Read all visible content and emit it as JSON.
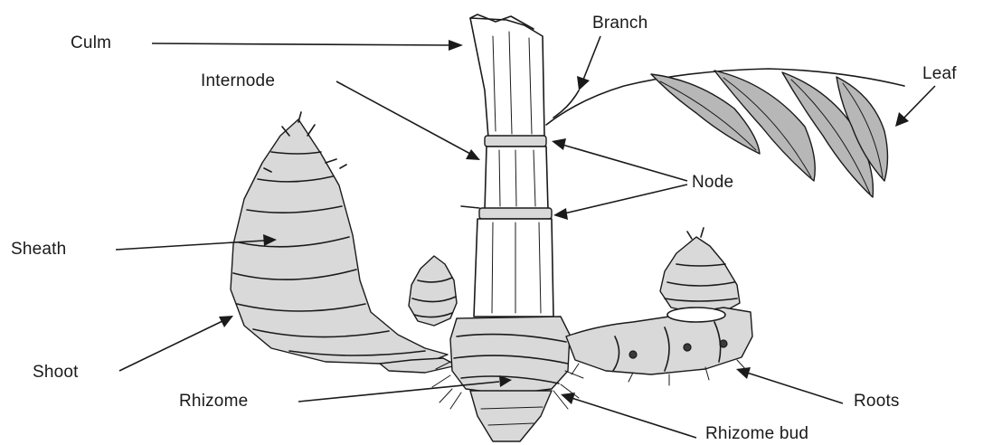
{
  "labels": {
    "culm": "Culm",
    "branch": "Branch",
    "leaf": "Leaf",
    "internode": "Internode",
    "node": "Node",
    "sheath": "Sheath",
    "shoot": "Shoot",
    "rhizome": "Rhizome",
    "roots": "Roots",
    "rhizome_bud": "Rhizome bud"
  }
}
